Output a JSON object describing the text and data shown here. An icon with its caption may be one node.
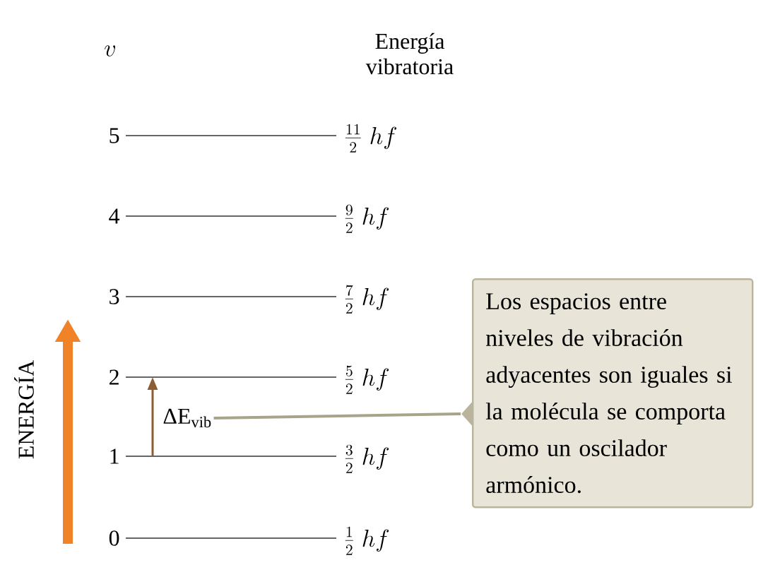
{
  "diagram": {
    "nodes": [
      {
        "text": [
          "ΔE$_{vib}$"
        ]
      },
      {
        "text": [
          "Los espacios entre niveles de vibración adyacentes son iguales si la molécula se comporta como un oscilador armónico."
        ]
      }
    ],
    "edges": [
      {
        "from": 1,
        "to": 0,
        "arrow": "none"
      }
    ],
    "labels": [
      "v",
      "Energía vibratoria",
      "5",
      "\\frac{11}{2}\\;hf",
      "4",
      "\\frac{9}{2}\\;hf",
      "3",
      "\\frac{7}{2}\\;hf",
      "2",
      "\\frac{5}{2}\\;hf",
      "1",
      "\\frac{3}{2}\\;hf",
      "0",
      "\\frac{1}{2}\\;hf",
      "ENERGÍA"
    ]
  }
}
